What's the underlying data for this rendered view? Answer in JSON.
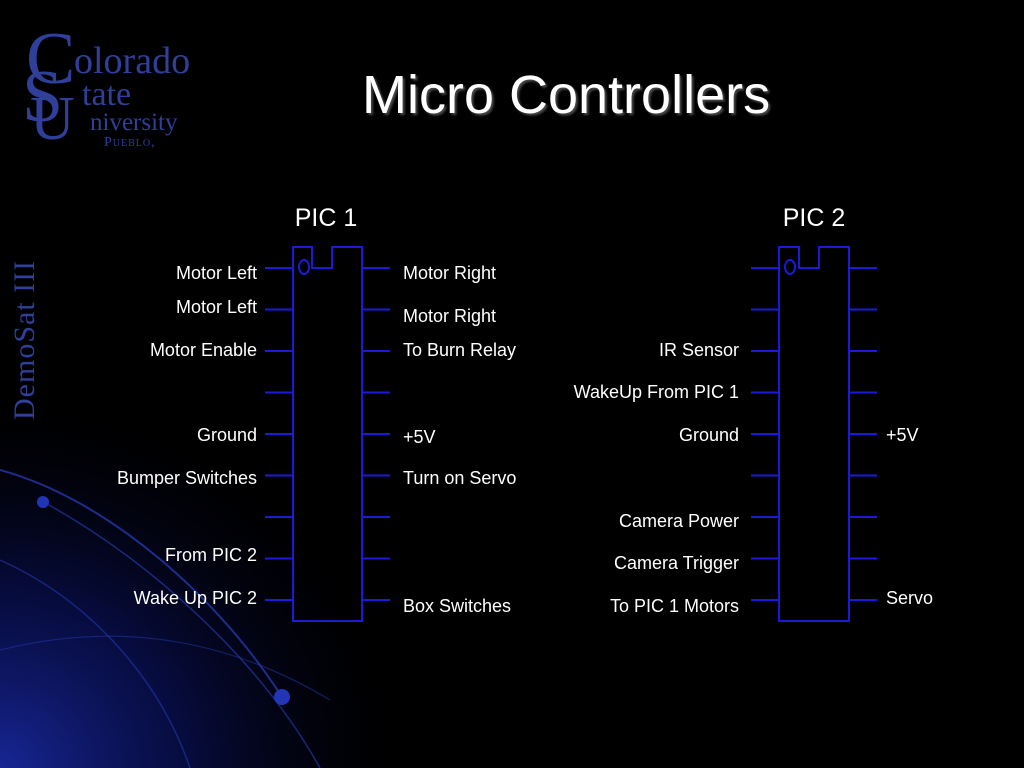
{
  "slide": {
    "title": "Micro Controllers",
    "side_label": "DemoSat III"
  },
  "logo": {
    "initial_c": "C",
    "word_1": "olorado",
    "initial_s": "S",
    "word_2": "tate",
    "initial_u": "U",
    "word_3": "niversity",
    "word_4": "Pueblo,"
  },
  "colors": {
    "background": "#000000",
    "pin_line": "#1a1ad8",
    "logo_blue": "#2f3f9a",
    "swoosh_blue": "#0f1f88",
    "text": "#ffffff"
  },
  "chips": [
    {
      "name": "PIC 1",
      "pins_per_side": 9,
      "left_pins": [
        "Motor Left",
        "Motor Left",
        "Motor Enable",
        "",
        "Ground",
        "Bumper Switches",
        "",
        "From PIC 2",
        "Wake Up PIC 2"
      ],
      "right_pins": [
        "Motor Right",
        "Motor Right",
        "To Burn Relay",
        "",
        "+5V",
        "Turn on Servo",
        "",
        "",
        "Box Switches"
      ]
    },
    {
      "name": "PIC 2",
      "pins_per_side": 9,
      "left_pins": [
        "",
        "",
        "IR Sensor",
        "WakeUp From PIC 1",
        "Ground",
        "",
        "Camera Power",
        "Camera Trigger",
        "To PIC 1 Motors"
      ],
      "right_pins": [
        "",
        "",
        "",
        "",
        "+5V",
        "",
        "",
        "",
        "Servo"
      ]
    }
  ]
}
